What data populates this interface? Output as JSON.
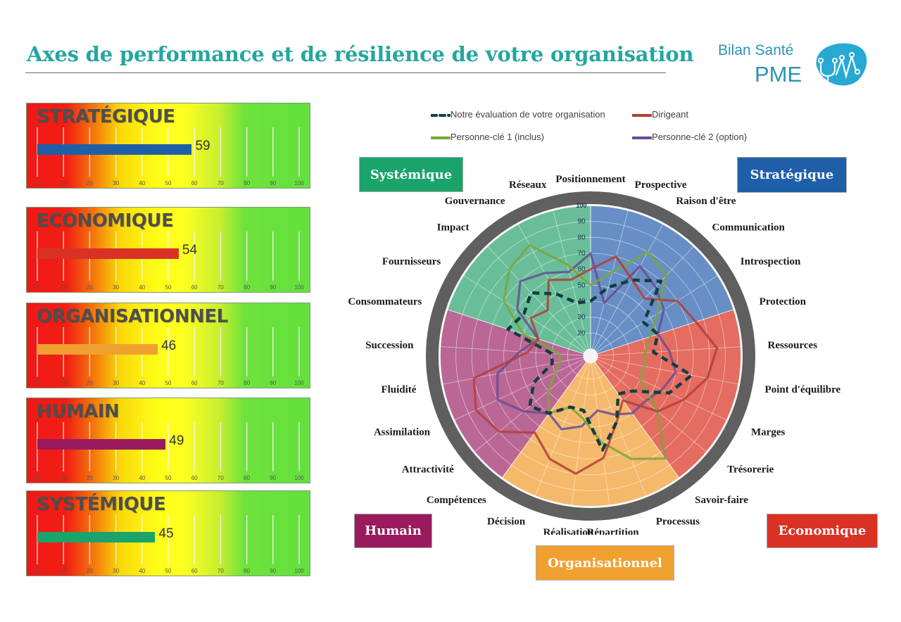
{
  "page": {
    "title": "Axes de performance et de résilience de votre organisation",
    "logo_line1": "Bilan Santé",
    "logo_line2": "PME"
  },
  "colors": {
    "title": "#24a6a0",
    "strategique": "#1e5fa8",
    "economique": "#d93225",
    "organisationnel": "#f0a030",
    "humain": "#9a1a5e",
    "systemique": "#1aa36a"
  },
  "panels": [
    {
      "title": "STRATÉGIQUE",
      "value": 59,
      "value_label": "59",
      "bar_color": "#1e5fa8"
    },
    {
      "title": "ECONOMIQUE",
      "value": 54,
      "value_label": "54",
      "bar_color": "#d93225"
    },
    {
      "title": "ORGANISATIONNEL",
      "value": 46,
      "value_label": "46",
      "bar_color": "#f0a030"
    },
    {
      "title": "HUMAIN",
      "value": 49,
      "value_label": "49",
      "bar_color": "#9a1a5e"
    },
    {
      "title": "SYSTÉMIQUE",
      "value": 45,
      "value_label": "45",
      "bar_color": "#1aa36a"
    }
  ],
  "panel_axis_ticks": [
    "0",
    "10",
    "20",
    "30",
    "40",
    "50",
    "60",
    "70",
    "80",
    "90",
    "100"
  ],
  "legend": [
    {
      "label": "Notre évaluation de votre organisation",
      "color": "#123f3f",
      "style": "dashed"
    },
    {
      "label": "Dirigeant",
      "color": "#b0403a",
      "style": "solid"
    },
    {
      "label": "Personne-clé 1 (inclus)",
      "color": "#7aa63a",
      "style": "solid"
    },
    {
      "label": "Personne-clé 2 (option)",
      "color": "#6a4c95",
      "style": "solid"
    }
  ],
  "dimensions": {
    "systemique": "Systémique",
    "strategique": "Stratégique",
    "humain": "Humain",
    "economique": "Economique",
    "organisationnel": "Organisationnel"
  },
  "chart_data": [
    {
      "type": "bar",
      "orientation": "horizontal",
      "categories": [
        "STRATÉGIQUE",
        "ECONOMIQUE",
        "ORGANISATIONNEL",
        "HUMAIN",
        "SYSTÉMIQUE"
      ],
      "values": [
        59,
        54,
        46,
        49,
        45
      ],
      "xlim": [
        0,
        100
      ],
      "xticks": [
        0,
        10,
        20,
        30,
        40,
        50,
        60,
        70,
        80,
        90,
        100
      ]
    },
    {
      "type": "radar",
      "axes": [
        "Positionnement",
        "Prospective",
        "Raison d'être",
        "Communication",
        "Introspection",
        "Protection",
        "Ressources",
        "Point d'équilibre",
        "Marges",
        "Trésorerie",
        "Savoir-faire",
        "Processus",
        "Répartition",
        "Réalisation",
        "Décision",
        "Compétences",
        "Attractivité",
        "Assimilation",
        "Fluidité",
        "Succession",
        "Consommateurs",
        "Fournisseurs",
        "Impact",
        "Gouvernance",
        "Réseaux"
      ],
      "rlim": [
        10,
        100
      ],
      "rticks": [
        "20",
        "30",
        "40",
        "50",
        "60",
        "70",
        "80",
        "90",
        "100"
      ],
      "sectors": [
        {
          "name": "Stratégique",
          "start_axis": 0,
          "end_axis": 5,
          "value": 98,
          "color": "#5a86c0"
        },
        {
          "name": "Economique",
          "start_axis": 5,
          "end_axis": 10,
          "value": 98,
          "color": "#e26054"
        },
        {
          "name": "Organisationnel",
          "start_axis": 10,
          "end_axis": 15,
          "value": 98,
          "color": "#f4b360"
        },
        {
          "name": "Humain",
          "start_axis": 15,
          "end_axis": 20,
          "value": 98,
          "color": "#b45a8c"
        },
        {
          "name": "Systémique",
          "start_axis": 20,
          "end_axis": 25,
          "value": 98,
          "color": "#5cb890"
        }
      ],
      "series": [
        {
          "name": "Notre évaluation de votre organisation",
          "color": "#123f3f",
          "dashed": true,
          "values": [
            40,
            50,
            60,
            70,
            45,
            50,
            45,
            70,
            60,
            40,
            35,
            50,
            65,
            40,
            40,
            50,
            55,
            45,
            30,
            30,
            60,
            55,
            60,
            50,
            40
          ]
        },
        {
          "name": "Dirigeant",
          "color": "#b0403a",
          "dashed": false,
          "values": [
            60,
            70,
            60,
            55,
            70,
            75,
            85,
            80,
            70,
            60,
            40,
            50,
            70,
            80,
            75,
            65,
            80,
            85,
            80,
            45,
            40,
            50,
            45,
            60,
            55
          ]
        },
        {
          "name": "Personne-clé 1 (inclus)",
          "color": "#7aa63a",
          "dashed": false,
          "values": [
            50,
            60,
            80,
            75,
            55,
            45,
            40,
            40,
            40,
            60,
            85,
            75,
            60,
            45,
            40,
            50,
            40,
            30,
            25,
            25,
            50,
            70,
            80,
            85,
            65
          ]
        },
        {
          "name": "Personne-clé 2 (option)",
          "color": "#6a4c95",
          "dashed": false,
          "values": [
            70,
            40,
            70,
            65,
            60,
            50,
            55,
            60,
            55,
            50,
            50,
            45,
            40,
            50,
            55,
            50,
            60,
            70,
            65,
            50,
            40,
            60,
            70,
            65,
            60
          ]
        }
      ]
    }
  ]
}
